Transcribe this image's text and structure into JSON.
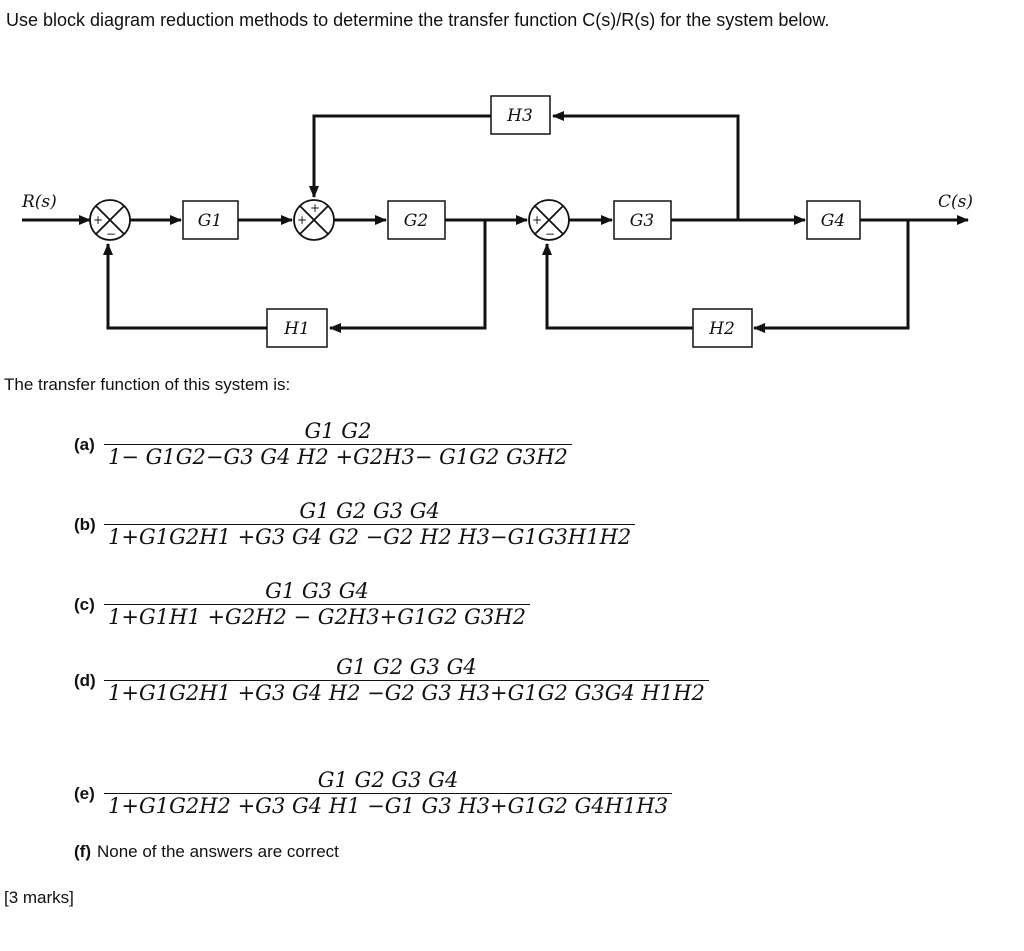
{
  "question": "Use block diagram reduction methods to determine the transfer function C(s)/R(s) for the system below.",
  "diagram": {
    "input_label": "R(s)",
    "output_label": "C(s)",
    "blocks": [
      "G1",
      "G2",
      "G3",
      "G4",
      "H1",
      "H2",
      "H3"
    ],
    "summing_junctions": [
      {
        "name": "sum1",
        "signs": [
          "+",
          "−"
        ]
      },
      {
        "name": "sum2",
        "signs": [
          "+",
          "+"
        ]
      },
      {
        "name": "sum3",
        "signs": [
          "+",
          "−"
        ]
      }
    ]
  },
  "tf_intro": "The transfer function of this system is:",
  "options": [
    {
      "label": "(a)",
      "num": "G1 G2",
      "den": "1− G1G2−G3 G4 H2 +G2H3− G1G2 G3H2"
    },
    {
      "label": "(b)",
      "num": "G1 G2 G3 G4",
      "den": "1+G1G2H1 +G3 G4 G2 −G2 H2 H3−G1G3H1H2"
    },
    {
      "label": "(c)",
      "num": "G1 G3 G4",
      "den": "1+G1H1 +G2H2 − G2H3+G1G2 G3H2"
    },
    {
      "label": "(d)",
      "num": "G1 G2 G3 G4",
      "den": "1+G1G2H1 +G3 G4 H2 −G2 G3 H3+G1G2 G3G4 H1H2"
    },
    {
      "label": "(e)",
      "num": "G1 G2 G3 G4",
      "den": "1+G1G2H2 +G3 G4 H1 −G1 G3 H3+G1G2 G4H1H3"
    }
  ],
  "option_f": {
    "label": "(f)",
    "text": "None of the answers are correct"
  },
  "marks": "[3 marks]"
}
